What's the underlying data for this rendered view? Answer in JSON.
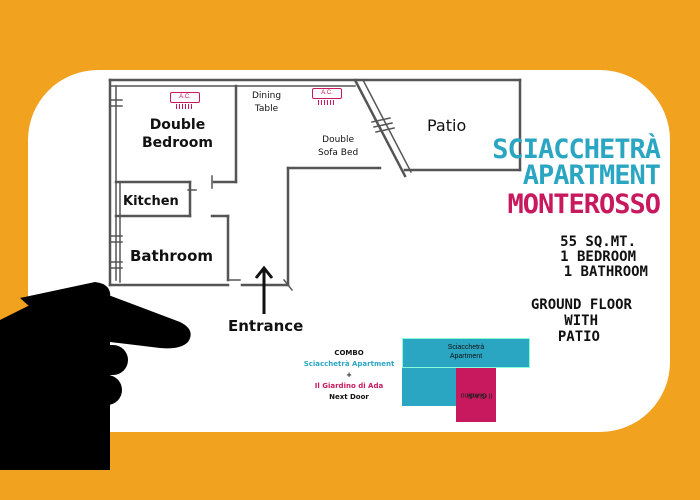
{
  "rooms": {
    "double_bedroom": "Double\nBedroom",
    "dining_table": "Dining\nTable",
    "double_sofa_bed": "Double\nSofa Bed",
    "patio": "Patio",
    "kitchen": "Kitchen",
    "bathroom": "Bathroom",
    "entrance": "Entrance"
  },
  "ac_label": "A.C.",
  "title": {
    "line1": "SCIACCHETRÀ",
    "line2": "APARTMENT",
    "line3": "MONTEROSSO"
  },
  "details": {
    "size": "55 SQ.MT.",
    "bedrooms": "1 BEDROOM",
    "bathrooms": "1 BATHROOM",
    "floor1": "GROUND FLOOR",
    "floor2": "WITH",
    "floor3": "PATIO"
  },
  "combo": {
    "heading": "COMBO",
    "apartment": "Sciacchetrà Apartment",
    "plus": "+",
    "neighbor": "Il Giardino di Ada",
    "next_door": "Next Door"
  },
  "map_boxes": {
    "apartment1": "Sciacchetrà",
    "apartment2": "Apartment",
    "neighbor1": "Il Giardino",
    "neighbor2": "di Ada"
  },
  "colors": {
    "background": "#F1A21F",
    "teal": "#2BA6C2",
    "magenta": "#C8185E"
  },
  "icons": [
    "air-conditioner-icon",
    "entrance-arrow-icon",
    "pointing-hand-icon"
  ]
}
